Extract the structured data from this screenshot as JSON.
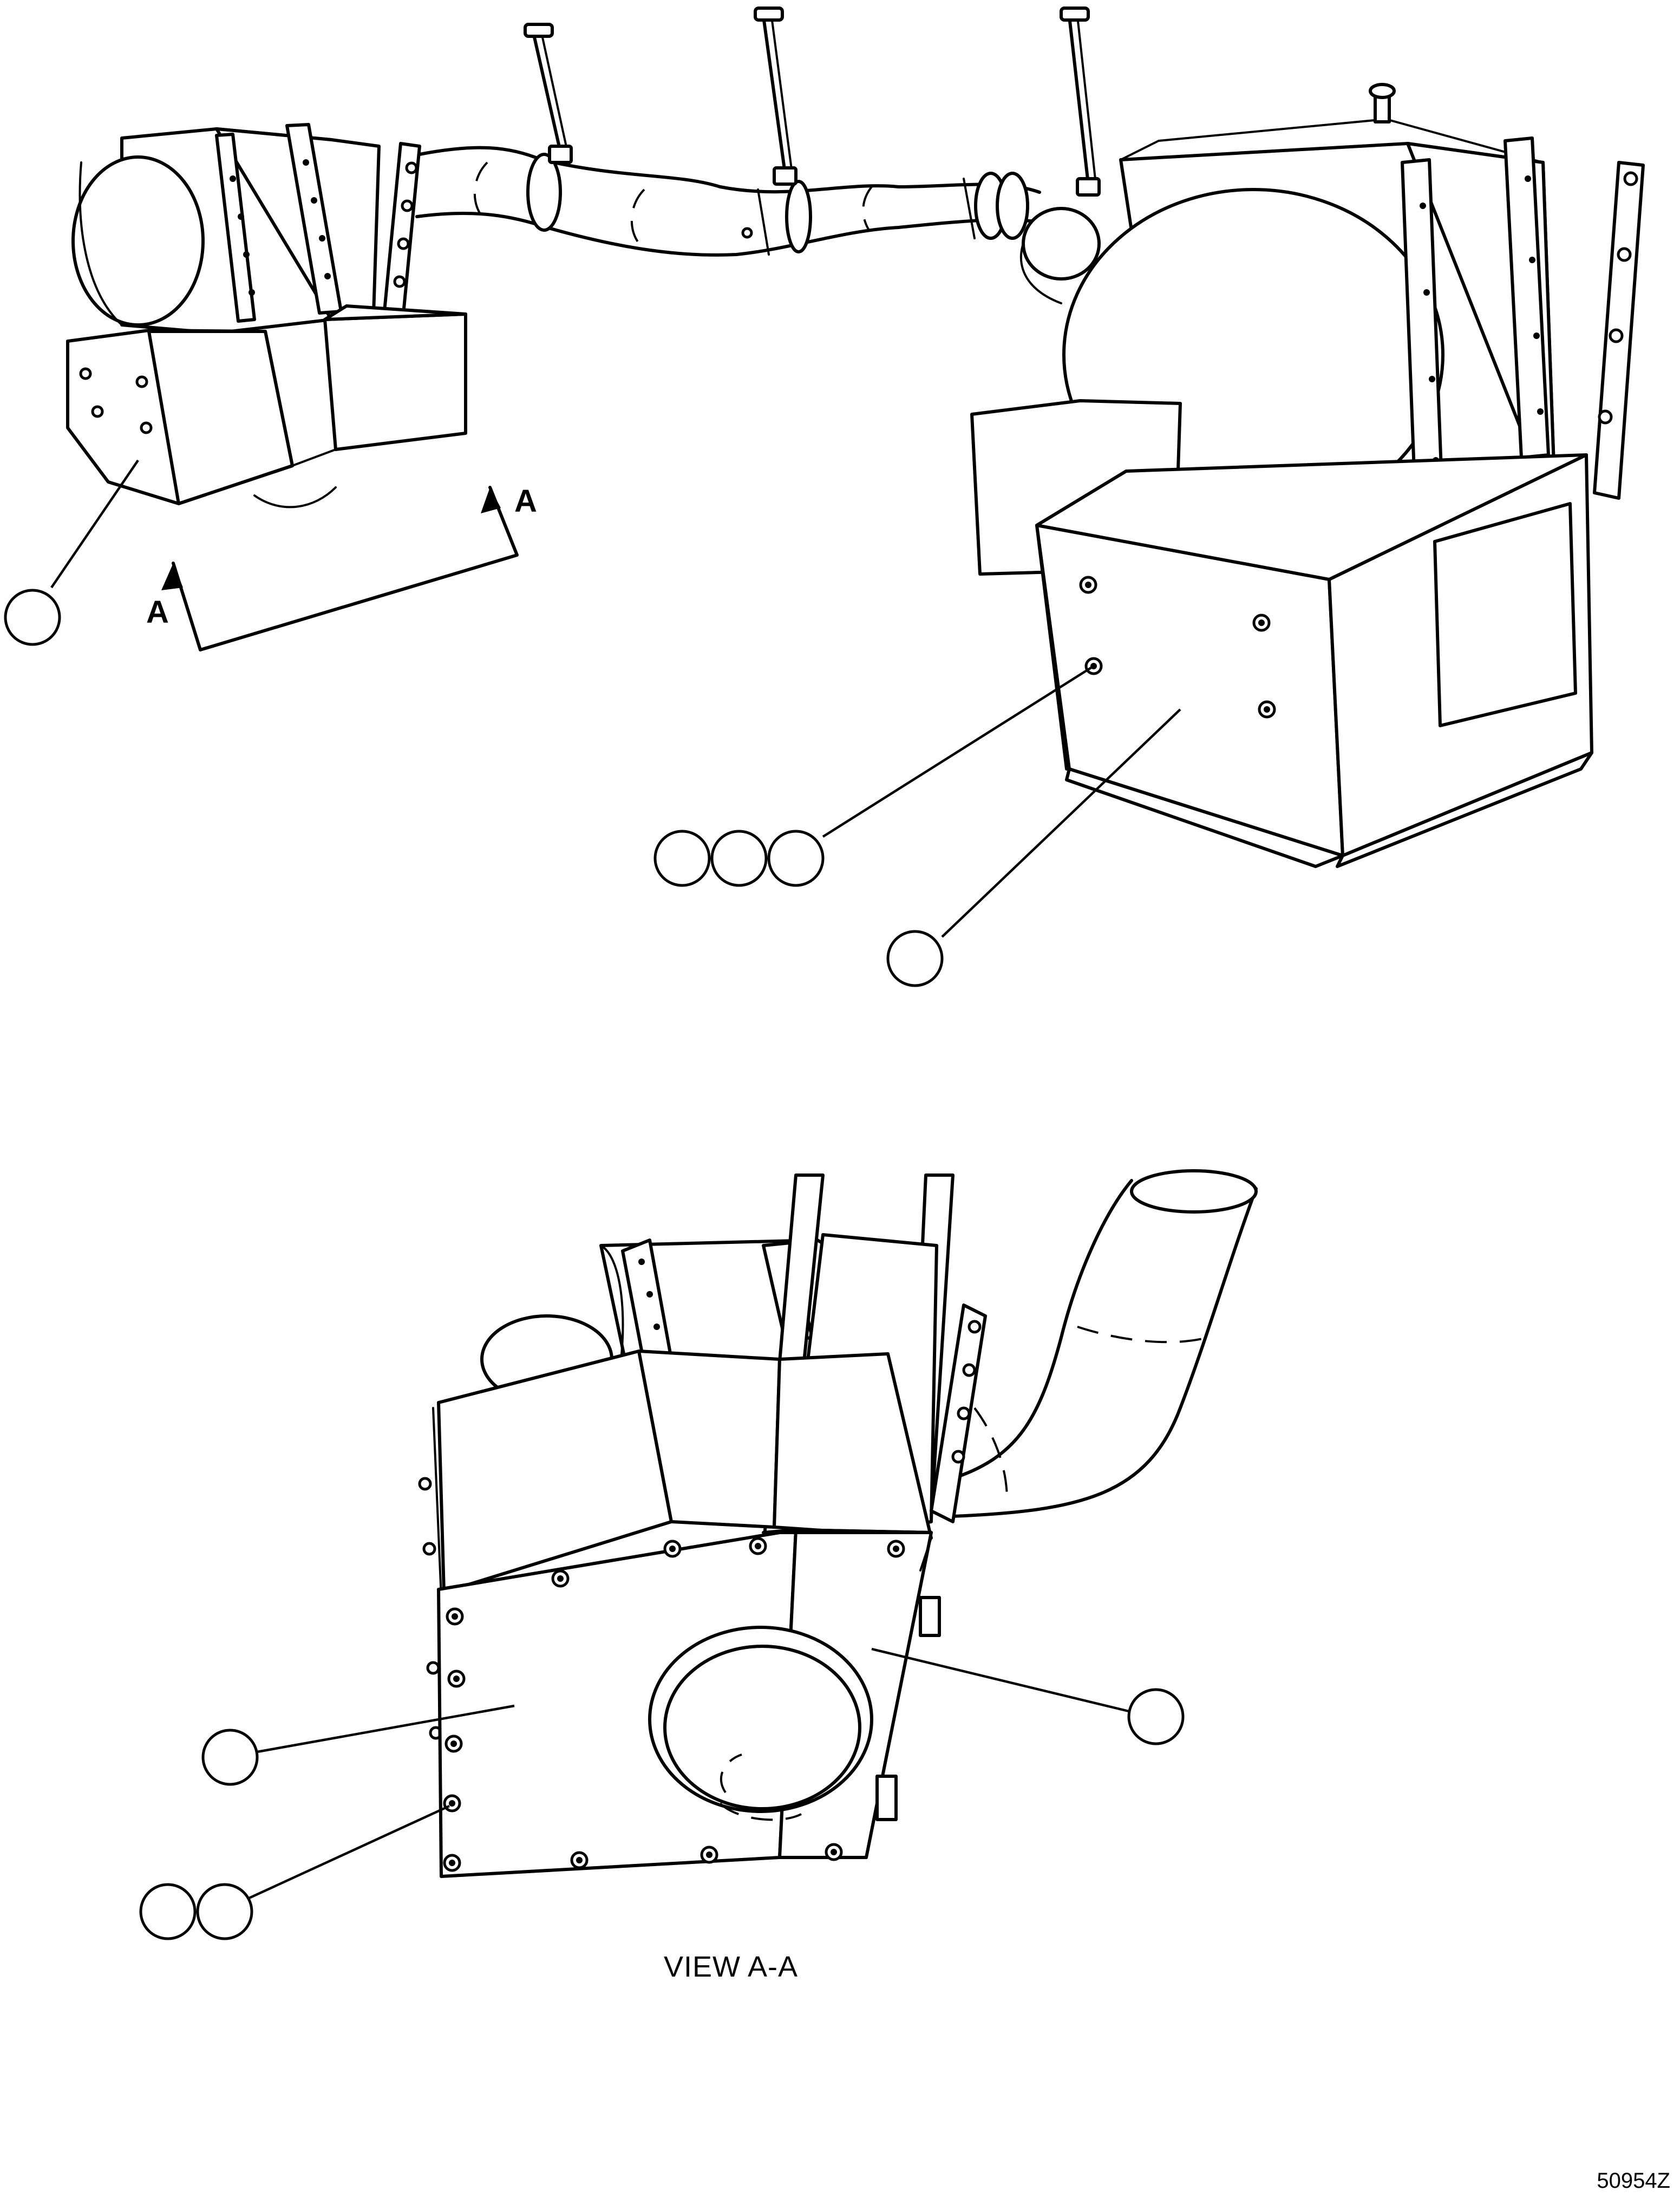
{
  "section_markers": {
    "left": "A",
    "right": "A"
  },
  "view_caption": "VIEW A-A",
  "figure_code": "50954Z",
  "callouts": {
    "top_left": "",
    "top_mid_group": [
      "",
      "",
      ""
    ],
    "top_right": "",
    "view_left": "",
    "view_right": "",
    "view_bottom_group": [
      "",
      ""
    ]
  }
}
